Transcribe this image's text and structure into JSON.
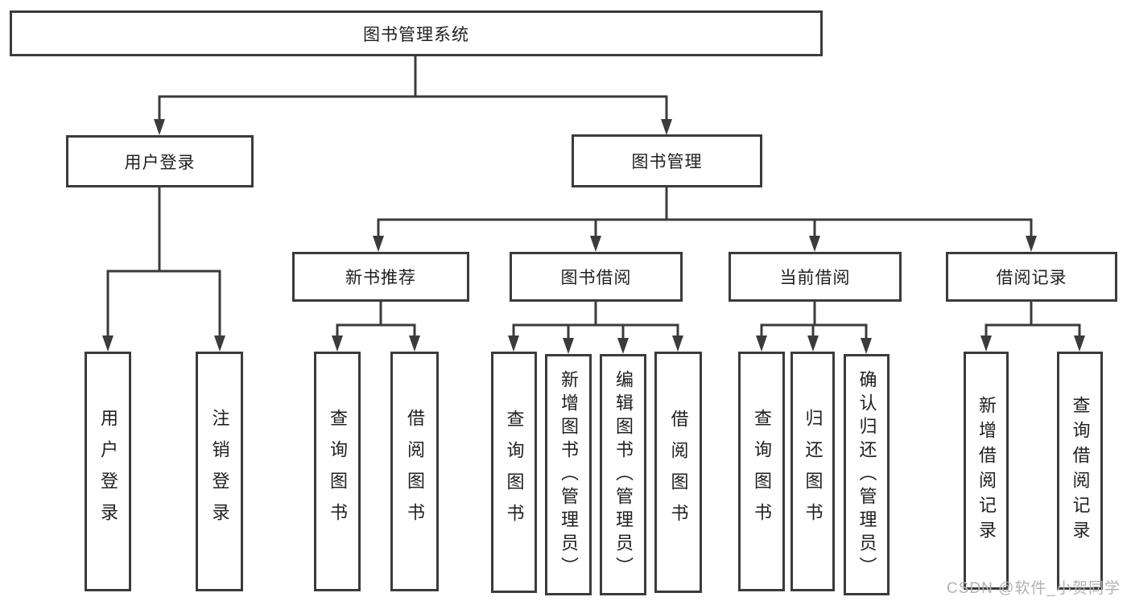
{
  "diagram": {
    "root": "图书管理系统",
    "level2": {
      "user_login": "用户登录",
      "book_management": "图书管理"
    },
    "level3": {
      "new_book_recommend": "新书推荐",
      "book_borrow": "图书借阅",
      "current_borrow": "当前借阅",
      "borrow_records": "借阅记录"
    },
    "leaves": {
      "user_login": [
        "用户登录",
        "注销登录"
      ],
      "new_book_recommend": [
        "查询图书",
        "借阅图书"
      ],
      "book_borrow": [
        "查询图书",
        "新增图书（管理员）",
        "编辑图书（管理员）",
        "借阅图书"
      ],
      "current_borrow": [
        "查询图书",
        "归还图书",
        "确认归还（管理员）"
      ],
      "borrow_records": [
        "新增借阅记录",
        "查询借阅记录"
      ]
    }
  },
  "watermark": "CSDN @软件_小贺同学",
  "colors": {
    "line": "#3b3b3d",
    "text": "#202022",
    "watermark": "#b2b2b2",
    "background": "#ffffff"
  }
}
